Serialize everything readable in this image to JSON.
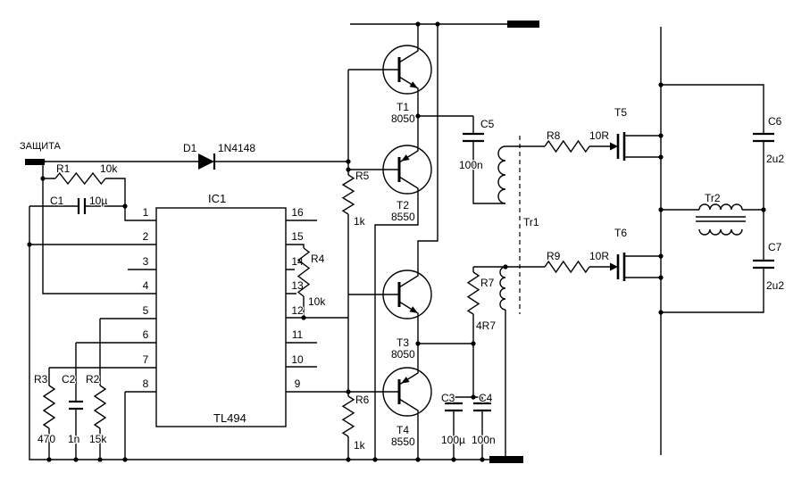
{
  "schematic": {
    "protection_label": "ЗАЩИТА",
    "ic1": {
      "ref": "IC1",
      "part": "TL494",
      "pins_left": [
        "1",
        "2",
        "3",
        "4",
        "5",
        "6",
        "7",
        "8"
      ],
      "pins_right": [
        "16",
        "15",
        "14",
        "13",
        "12",
        "11",
        "10",
        "9"
      ]
    },
    "components": {
      "r1": {
        "ref": "R1",
        "value": "10k"
      },
      "r2": {
        "ref": "R2",
        "value": "15k"
      },
      "r3": {
        "ref": "R3",
        "value": "470"
      },
      "r4": {
        "ref": "R4",
        "value": "10k"
      },
      "r5": {
        "ref": "R5",
        "value": "1k"
      },
      "r6": {
        "ref": "R6",
        "value": "1k"
      },
      "r7": {
        "ref": "R7",
        "value": "4R7"
      },
      "r8": {
        "ref": "R8",
        "value": "10R"
      },
      "r9": {
        "ref": "R9",
        "value": "10R"
      },
      "c1": {
        "ref": "C1",
        "value": "10µ"
      },
      "c2": {
        "ref": "C2",
        "value": "1n"
      },
      "c3": {
        "ref": "C3",
        "value": "100µ"
      },
      "c4": {
        "ref": "C4",
        "value": "100n"
      },
      "c5": {
        "ref": "C5",
        "value": "100n"
      },
      "c6": {
        "ref": "C6",
        "value": "2u2"
      },
      "c7": {
        "ref": "C7",
        "value": "2u2"
      },
      "d1": {
        "ref": "D1",
        "value": "1N4148"
      },
      "t1": {
        "ref": "T1",
        "value": "8050"
      },
      "t2": {
        "ref": "T2",
        "value": "8550"
      },
      "t3": {
        "ref": "T3",
        "value": "8050"
      },
      "t4": {
        "ref": "T4",
        "value": "8550"
      },
      "t5": {
        "ref": "T5"
      },
      "t6": {
        "ref": "T6"
      },
      "tr1": {
        "ref": "Tr1"
      },
      "tr2": {
        "ref": "Tr2"
      }
    },
    "colors": {
      "line": "#000000",
      "background": "#ffffff"
    }
  }
}
